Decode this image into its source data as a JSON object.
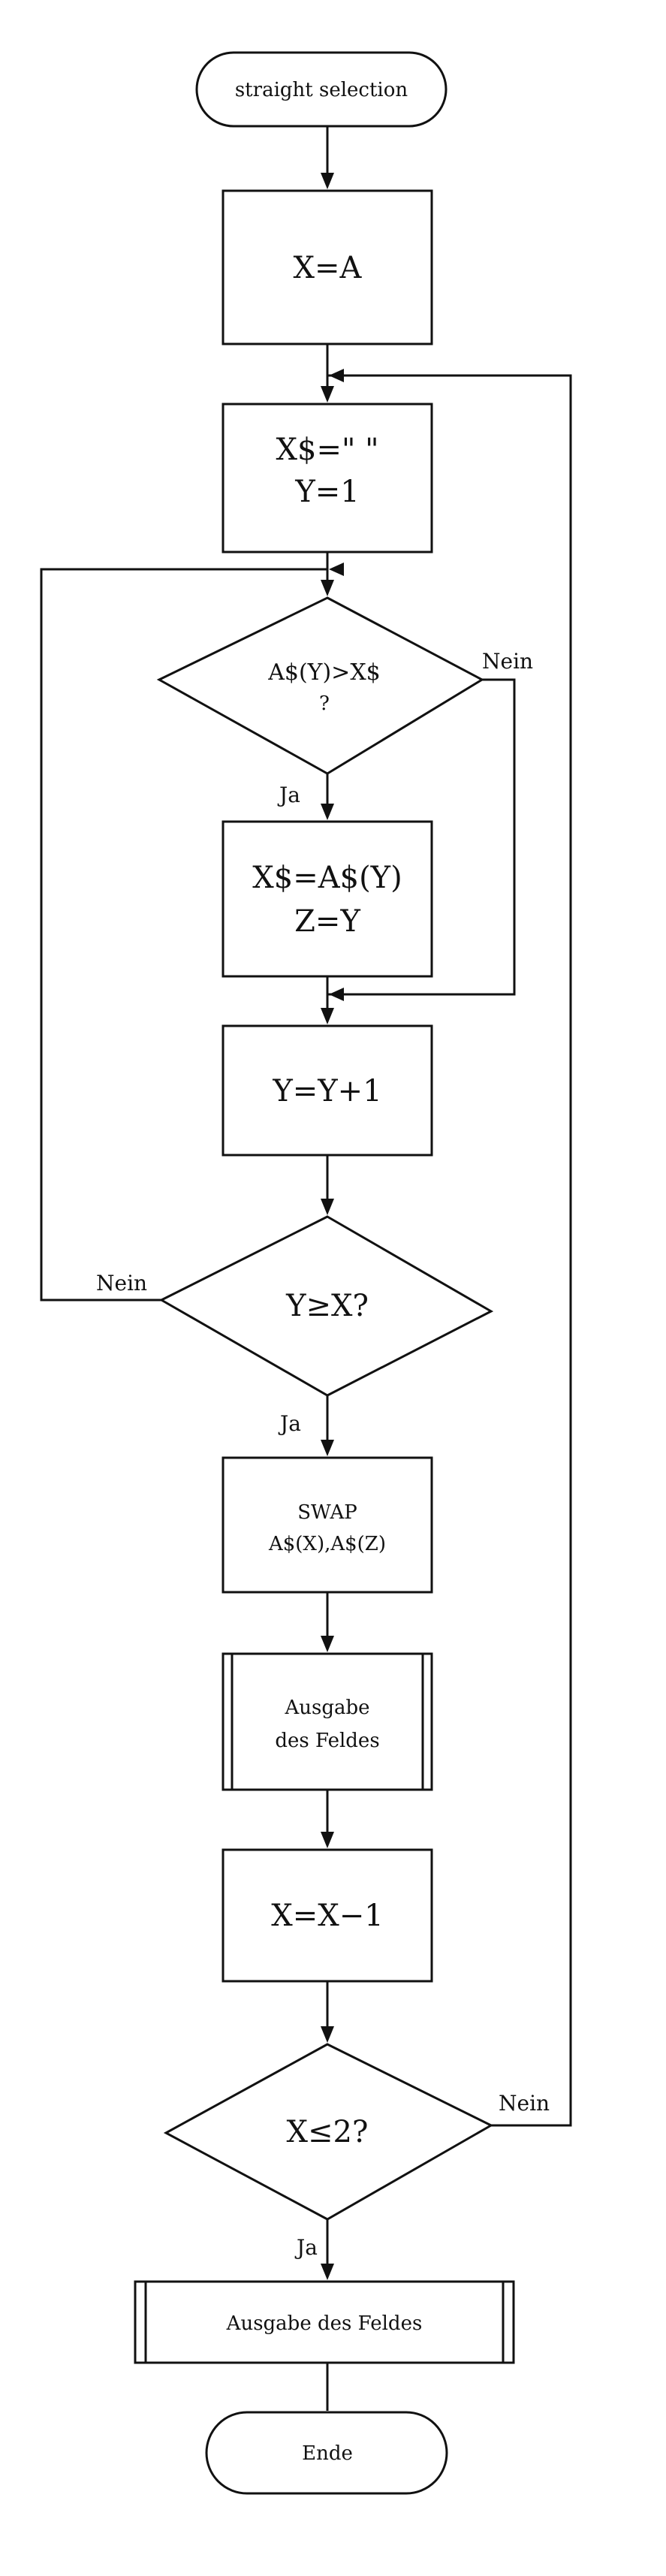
{
  "start": {
    "label": "straight selection"
  },
  "step_assign_x": {
    "label": "X=A"
  },
  "step_init": {
    "line1": "X$=\" \"",
    "line2": "Y=1"
  },
  "decision_compare": {
    "line1": "A$(Y)>X$",
    "line2": "?",
    "no_label": "Nein",
    "yes_label": "Ja"
  },
  "step_store": {
    "line1": "X$=A$(Y)",
    "line2": "Z=Y"
  },
  "step_increment": {
    "label": "Y=Y+1"
  },
  "decision_y_ge_x": {
    "label": "Y≥X?",
    "no_label": "Nein",
    "yes_label": "Ja"
  },
  "step_swap": {
    "line1": "SWAP",
    "line2": "A$(X),A$(Z)"
  },
  "output_field_1": {
    "line1": "Ausgabe",
    "line2": "des Feldes"
  },
  "step_decrement": {
    "label": "X=X−1"
  },
  "decision_x_le_2": {
    "label": "X≤2?",
    "no_label": "Nein",
    "yes_label": "Ja"
  },
  "output_field_2": {
    "label": "Ausgabe des Feldes"
  },
  "end": {
    "label": "Ende"
  }
}
